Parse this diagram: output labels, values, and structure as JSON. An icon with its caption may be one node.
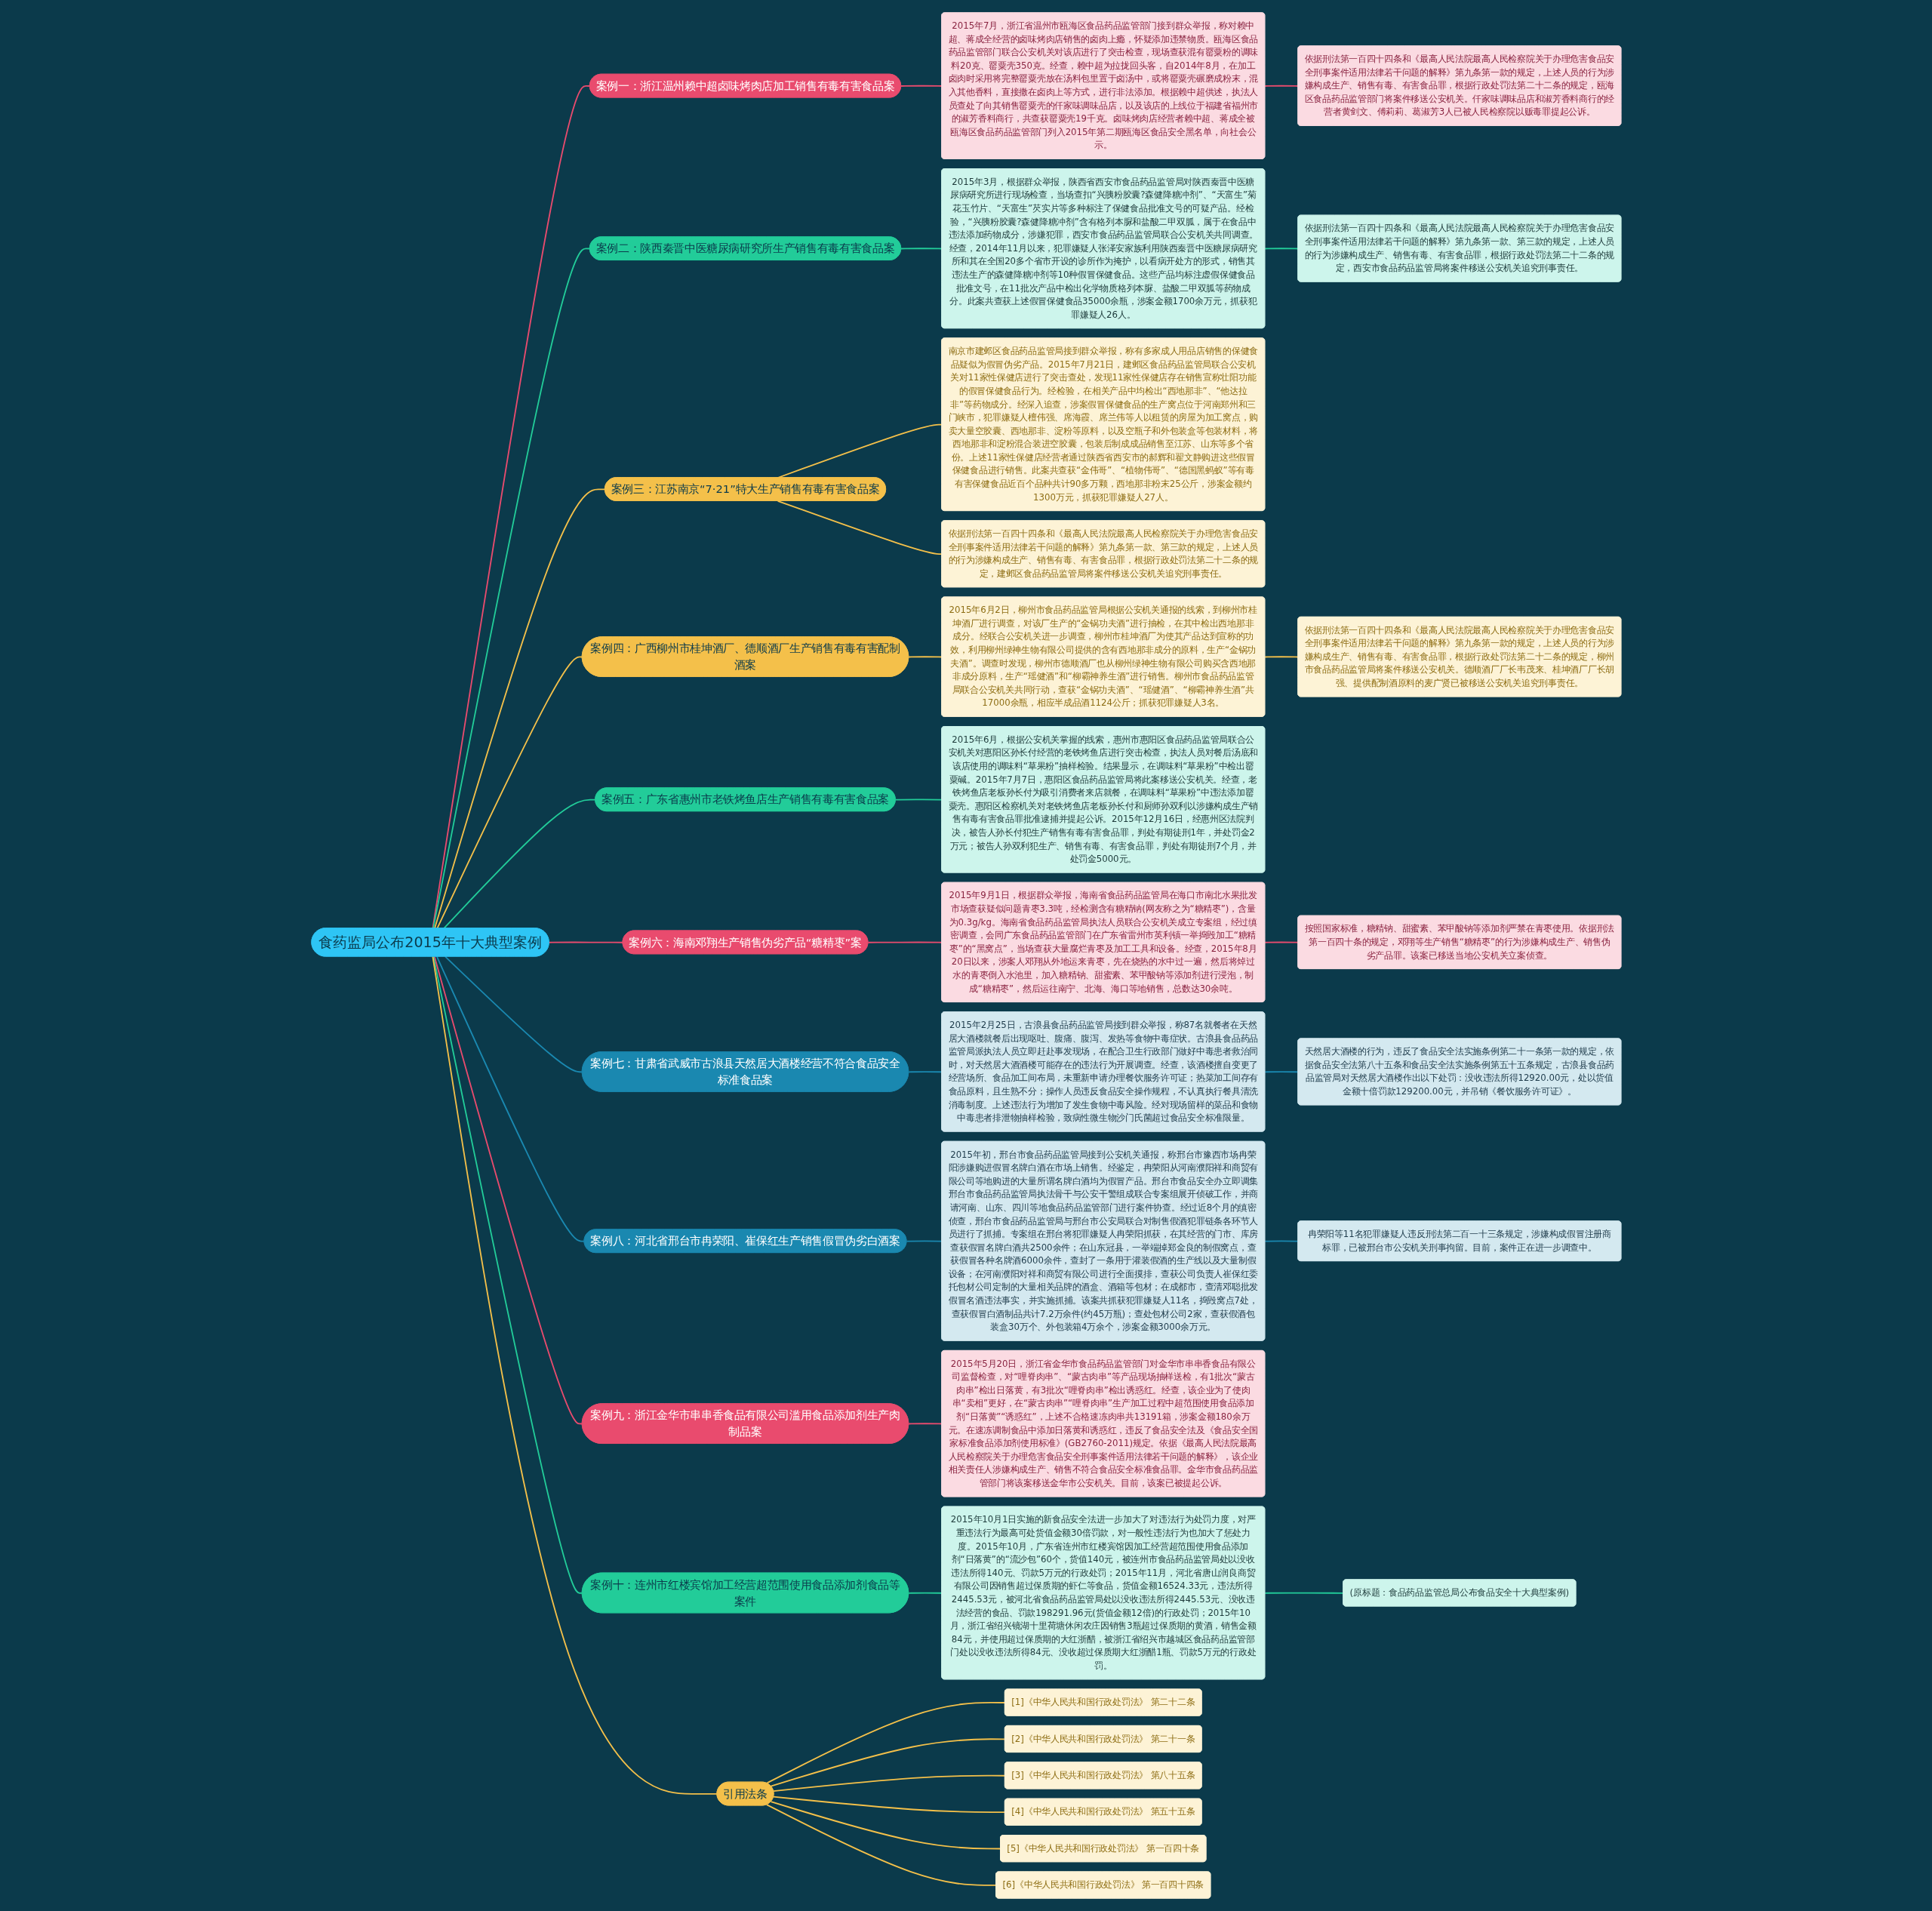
{
  "diagram": {
    "nodes": [
      {
        "text": [
          "食药监局公布2015年十大典型案例"
        ]
      },
      {
        "text": [
          "案例一：浙江温州赖中超卤味烤肉店加工销售有毒有害食品案"
        ]
      },
      {
        "text": [
          "2015年7月，浙江省温州市瓯海区食品药品监管部门接到群众举报，称对赖中超、蒋成全经营的卤味烤肉店销售的卤肉上瘾，怀疑添加违禁物质。瓯海区食品药品监管部门联合公安机关对该店进行了突击检查，现场查获混有罂粟粉的调味料20克、罂粟壳350克。经查，赖中超为拉拢回头客，自2014年8月，在加工卤肉时采用将完整罂粟壳放在汤料包里置于卤汤中，或将罂粟壳碾磨成粉末，混入其他香料，直接撒在卤肉上等方式，进行非法添加。根据赖中超供述，执法人员查处了向其销售罂粟壳的仟家味调味品店，以及该店的上线位于福建省福州市的淑芳香料商行，共查获罂粟壳19千克。卤味烤肉店经营者赖中超、蒋成全被瓯海区食品药品监管部门列入2015年第二期瓯海区食品安全黑名单，向社会公示。"
        ]
      },
      {
        "text": [
          "依据刑法第一百四十四条和《最高人民法院最高人民检察院关于办理危害食品安全刑事案件适用法律若干问题的解释》第九条第一款的规定，上述人员的行为涉嫌构成生产、销售有毒、有害食品罪，根据行政处罚法第二十二条的规定，瓯海区食品药品监管部门将案件移送公安机关。仟家味调味品店和淑芳香料商行的经营者黄剑文、傅莉莉、葛淑芳3人已被人民检察院以贩毒罪提起公诉。"
        ]
      },
      {
        "text": [
          "案例二：陕西秦晋中医糖尿病研究所生产销售有毒有害食品案"
        ]
      },
      {
        "text": [
          "2015年3月，根据群众举报，陕西省西安市食品药品监管局对陕西秦晋中医糖尿病研究所进行现场检查，当场查扣“兴胰粉胶囊?森健降糖冲剂”、“天富生”菊花玉竹片、“天富生”芡实片等多种标注了保健食品批准文号的可疑产品。经检验，“兴胰粉胶囊?森健降糖冲剂”含有格列本脲和盐酸二甲双胍，属于在食品中违法添加药物成分，涉嫌犯罪，西安市食品药品监管局联合公安机关共同调查。经查，2014年11月以来，犯罪嫌疑人张泽安家族利用陕西秦晋中医糖尿病研究所和其在全国20多个省市开设的诊所作为掩护，以看病开处方的形式，销售其违法生产的森健降糖冲剂等10种假冒保健食品。这些产品均标注虚假保健食品批准文号，在11批次产品中检出化学物质格列本脲、盐酸二甲双胍等药物成分。此案共查获上述假冒保健食品35000余瓶，涉案金额1700余万元，抓获犯罪嫌疑人26人。"
        ]
      },
      {
        "text": [
          "依据刑法第一百四十四条和《最高人民法院最高人民检察院关于办理危害食品安全刑事案件适用法律若干问题的解释》第九条第一款、第三款的规定，上述人员的行为涉嫌构成生产、销售有毒、有害食品罪，根据行政处罚法第二十二条的规定，西安市食品药品监管局将案件移送公安机关追究刑事责任。"
        ]
      },
      {
        "text": [
          "案例三：江苏南京“7·21”特大生产销售有毒有害食品案"
        ]
      },
      {
        "text": [
          "南京市建邺区食品药品监管局接到群众举报，称有多家成人用品店销售的保健食品疑似为假冒伪劣产品。2015年7月21日，建邺区食品药品监管局联合公安机关对11家性保健店进行了突击查处，发现11家性保健店存在销售宣称壮阳功能的假冒保健食品行为。经检验，在相关产品中均检出“西地那非”、“他达拉非”等药物成分。经深入追查，涉案假冒保健食品的生产窝点位于河南郑州和三门峡市，犯罪嫌疑人檀伟强、席海霞、席兰伟等人以租赁的房屋为加工窝点，购卖大量空胶囊、西地那非、淀粉等原料，以及空瓶子和外包装盒等包装材料，将西地那非和淀粉混合装进空胶囊，包装后制成成品销售至江苏、山东等多个省份。上述11家性保健店经营者通过陕西省西安市的郝辉和翟文静购进这些假冒保健食品进行销售。此案共查获“金伟哥”、“植物伟哥”、“德国黑蚂蚁”等有毒有害保健食品近百个品种共计90多万颗，西地那非粉末25公斤，涉案金额约1300万元，抓获犯罪嫌疑人27人。"
        ]
      },
      {
        "text": [
          "依据刑法第一百四十四条和《最高人民法院最高人民检察院关于办理危害食品安全刑事案件适用法律若干问题的解释》第九条第一款、第三款的规定，上述人员的行为涉嫌构成生产、销售有毒、有害食品罪，根据行政处罚法第二十二条的规定，建邺区食品药品监管局将案件移送公安机关追究刑事责任。"
        ]
      },
      {
        "text": [
          "案例四：广西柳州市桂坤酒厂、德顺酒厂生产销售有毒有害配制酒案"
        ]
      },
      {
        "text": [
          "2015年6月2日，柳州市食品药品监管局根据公安机关通报的线索，到柳州市桂坤酒厂进行调查，对该厂生产的“金锅功夫酒”进行抽检，在其中检出西地那非成分。经联合公安机关进一步调查，柳州市桂坤酒厂为使其产品达到宣称的功效，利用柳州绿神生物有限公司提供的含有西地那非成分的原料，生产“金锅功夫酒”。调查时发现，柳州市德顺酒厂也从柳州绿神生物有限公司购买含西地那非成分原料，生产“瑶健酒”和“柳霸神养生酒”进行销售。柳州市食品药品监管局联合公安机关共同行动，查获“金锅功夫酒”、“瑶健酒”、“柳霸神养生酒”共17000余瓶，相应半成品酒1124公斤；抓获犯罪嫌疑人3名。"
        ]
      },
      {
        "text": [
          "依据刑法第一百四十四条和《最高人民法院最高人民检察院关于办理危害食品安全刑事案件适用法律若干问题的解释》第九条第一款的规定，上述人员的行为涉嫌构成生产、销售有毒、有害食品罪，根据行政处罚法第二十二条的规定，柳州市食品药品监管局将案件移送公安机关。德顺酒厂厂长韦茂来、桂坤酒厂厂长胡强、提供配制酒原料的麦广贤已被移送公安机关追究刑事责任。"
        ]
      },
      {
        "text": [
          "案例五：广东省惠州市老铁烤鱼店生产销售有毒有害食品案"
        ]
      },
      {
        "text": [
          "2015年6月，根据公安机关掌握的线索，惠州市惠阳区食品药品监管局联合公安机关对惠阳区孙长付经营的老铁烤鱼店进行突击检查，执法人员对餐后汤底和该店使用的调味料“草果粉”抽样检验。结果显示，在调味料“草果粉”中检出罂粟碱。2015年7月7日，惠阳区食品药品监管局将此案移送公安机关。经查，老铁烤鱼店老板孙长付为吸引消费者来店就餐，在调味料“草果粉”中违法添加罂粟壳。惠阳区检察机关对老铁烤鱼店老板孙长付和厨师孙双利以涉嫌构成生产销售有毒有害食品罪批准逮捕并提起公诉。2015年12月16日，经惠州区法院判决，被告人孙长付犯生产销售有毒有害食品罪，判处有期徒刑1年，并处罚金2万元；被告人孙双利犯生产、销售有毒、有害食品罪，判处有期徒刑7个月，并处罚金5000元。"
        ]
      },
      {
        "text": [
          "案例六：海南邓翔生产销售伪劣产品“糖精枣”案"
        ]
      },
      {
        "text": [
          "2015年9月1日，根据群众举报，海南省食品药品监管局在海口市南北水果批发市场查获疑似问题青枣3.3吨，经检测含有糖精钠(网友称之为“糖精枣”)，含量为0.3g/kg。海南省食品药品监管局执法人员联合公安机关成立专案组，经过缜密调查，会同广东食品药品监管部门在广东省雷州市英利镇一举捣毁加工“糖精枣”的“黑窝点”，当场查获大量腐烂青枣及加工工具和设备。经查，2015年8月20日以来，涉案人邓翔从外地运来青枣，先在烧热的水中过一遍，然后将焯过水的青枣倒入水池里，加入糖精钠、甜蜜素、苯甲酸钠等添加剂进行浸泡，制成“糖精枣”，然后运往南宁、北海、海口等地销售，总数达30余吨。"
        ]
      },
      {
        "text": [
          "按照国家标准，糖精钠、甜蜜素、苯甲酸钠等添加剂严禁在青枣使用。依据刑法第一百四十条的规定，邓翔等生产销售“糖精枣”的行为涉嫌构成生产、销售伪劣产品罪。该案已移送当地公安机关立案侦查。"
        ]
      },
      {
        "text": [
          "案例七：甘肃省武威市古浪县天然居大酒楼经营不符合食品安全标准食品案"
        ]
      },
      {
        "text": [
          "2015年2月25日，古浪县食品药品监管局接到群众举报，称87名就餐者在天然居大酒楼就餐后出现呕吐、腹痛、腹泻、发热等食物中毒症状。古浪县食品药品监管局派执法人员立即赶赴事发现场，在配合卫生行政部门做好中毒患者救治同时，对天然居大酒酒楼可能存在的违法行为开展调查。经查，该酒楼擅自变更了经营场所、食品加工间布局，未重新申请办理餐饮服务许可证；热菜加工间存有食品原料，且生熟不分；操作人员违反食品安全操作规程，不认真执行餐具清洗消毒制度。上述违法行为增加了发生食物中毒风险。经对现场留样的菜品和食物中毒患者排泄物抽样检验，致病性微生物沙门氏菌超过食品安全标准限量。"
        ]
      },
      {
        "text": [
          "天然居大酒楼的行为，违反了食品安全法实施条例第二十一条第一款的规定，依据食品安全法第八十五条和食品安全法实施条例第五十五条规定，古浪县食品药品监管局对天然居大酒楼作出以下处罚：没收违法所得12920.00元，处以货值金额十倍罚款129200.00元，并吊销《餐饮服务许可证》。"
        ]
      },
      {
        "text": [
          "案例八：河北省邢台市冉荣阳、崔保红生产销售假冒伪劣白酒案"
        ]
      },
      {
        "text": [
          "2015年初，邢台市食品药品监管局接到公安机关通报，称邢台市豫西市场冉荣阳涉嫌购进假冒名牌白酒在市场上销售。经鉴定，冉荣阳从河南濮阳祥和商贸有限公司等地购进的大量所谓名牌白酒均为假冒产品。邢台市食品安全办立即调集邢台市食品药品监管局执法骨干与公安干警组成联合专案组展开侦破工作，并商请河南、山东、四川等地食品药品监管部门进行案件协查。经过近8个月的缜密侦查，邢台市食品药品监管局与邢台市公安局联合对制售假酒犯罪链条各环节人员进行了抓捕。专案组在邢台将犯罪嫌疑人冉荣阳抓获，在其经营的门市、库房查获假冒名牌白酒共2500余件；在山东冠县，一举端掉郑金良的制假窝点，查获假冒各种名牌酒6000余件，查封了一条用于灌装假酒的生产线以及大量制假设备；在河南濮阳对祥和商贸有限公司进行全面摸排，查获公司负责人崔保红委托包材公司定制的大量相关品牌的酒盒、酒箱等包材；在成都市，查清邓聪批发假冒名酒违法事实，并实施抓捕。该案共抓获犯罪嫌疑人11名，捣毁窝点7处，查获假冒白酒制品共计7.2万余件(约45万瓶)；查处包材公司2家，查获假酒包装盒30万个、外包装箱4万余个，涉案金额3000余万元。"
        ]
      },
      {
        "text": [
          "冉荣阳等11名犯罪嫌疑人违反刑法第二百一十三条规定，涉嫌构成假冒注册商标罪，已被邢台市公安机关刑事拘留。目前，案件正在进一步调查中。"
        ]
      },
      {
        "text": [
          "案例九：浙江金华市串串香食品有限公司滥用食品添加剂生产肉制品案"
        ]
      },
      {
        "text": [
          "2015年5月20日，浙江省金华市食品药品监管部门对金华市串串香食品有限公司监督检查，对“哩脊肉串”、“蒙古肉串”等产品现场抽样送检，有1批次“蒙古肉串”检出日落黄，有3批次“哩脊肉串”检出诱惑红。经查，该企业为了使肉串“卖相”更好，在“蒙古肉串”“哩脊肉串”生产加工过程中超范围使用食品添加剂“日落黄”“诱惑红”，上述不合格速冻肉串共13191箱，涉案金额180余万元。在速冻调制食品中添加日落黄和诱惑红，违反了食品安全法及《食品安全国家标准食品添加剂使用标准》(GB2760-2011)规定。依据《最高人民法院最高人民检察院关于办理危害食品安全刑事案件适用法律若干问题的解释》，该企业相关责任人涉嫌构成生产、销售不符合食品安全标准食品罪。金华市食品药品监管部门将该案移送金华市公安机关。目前，该案已被提起公诉。"
        ]
      },
      {
        "text": [
          "案例十：连州市红楼宾馆加工经营超范围使用食品添加剂食品等案件"
        ]
      },
      {
        "text": [
          "2015年10月1日实施的新食品安全法进一步加大了对违法行为处罚力度，对严重违法行为最高可处货值金额30倍罚款，对一般性违法行为也加大了惩处力度。2015年10月，广东省连州市红楼宾馆因加工经营超范围使用食品添加剂“日落黄”的“流沙包”60个，货值140元，被连州市食品药品监管局处以没收违法所得140元、罚款5万元的行政处罚；2015年11月，河北省唐山润良商贸有限公司因销售超过保质期的虾仁等食品，货值金额16524.33元，违法所得2445.53元，被河北省食品药品监管局处以没收违法所得2445.53元、没收违法经营的食品、罚款198291.96元(货值金额12倍)的行政处罚；2015年10月，浙江省绍兴镜湖十里荷塘休闲农庄因销售3瓶超过保质期的黄酒，销售金额84元，并使用超过保质期的大红浙醋，被浙江省绍兴市越城区食品药品监管部门处以没收违法所得84元、没收超过保质期大红浙醋1瓶、罚款5万元的行政处罚。"
        ]
      },
      {
        "text": [
          "(原标题：食品药品监管总局公布食品安全十大典型案例)"
        ]
      },
      {
        "text": [
          "引用法条"
        ]
      },
      {
        "text": [
          "[1]《中华人民共和国行政处罚法》 第二十二条"
        ]
      },
      {
        "text": [
          "[2]《中华人民共和国行政处罚法》 第二十一条"
        ]
      },
      {
        "text": [
          "[3]《中华人民共和国行政处罚法》 第八十五条"
        ]
      },
      {
        "text": [
          "[4]《中华人民共和国行政处罚法》 第五十五条"
        ]
      },
      {
        "text": [
          "[5]《中华人民共和国行政处罚法》 第一百四十条"
        ]
      },
      {
        "text": [
          "[6]《中华人民共和国行政处罚法》 第一百四十四条"
        ]
      }
    ],
    "edges": [
      {
        "from": 0,
        "to": 1,
        "arrow": "none",
        "color": "#e94b6e"
      },
      {
        "from": 1,
        "to": 2,
        "arrow": "none",
        "color": "#e94b6e"
      },
      {
        "from": 2,
        "to": 3,
        "arrow": "none",
        "color": "#e94b6e"
      },
      {
        "from": 0,
        "to": 4,
        "arrow": "none",
        "color": "#22cc99"
      },
      {
        "from": 4,
        "to": 5,
        "arrow": "none",
        "color": "#22cc99"
      },
      {
        "from": 5,
        "to": 6,
        "arrow": "none",
        "color": "#22cc99"
      },
      {
        "from": 0,
        "to": 7,
        "arrow": "none",
        "color": "#f4c04a"
      },
      {
        "from": 7,
        "to": 8,
        "arrow": "none",
        "color": "#f4c04a"
      },
      {
        "from": 7,
        "to": 9,
        "arrow": "none",
        "color": "#f4c04a"
      },
      {
        "from": 0,
        "to": 10,
        "arrow": "none",
        "color": "#f4c04a"
      },
      {
        "from": 10,
        "to": 11,
        "arrow": "none",
        "color": "#f4c04a"
      },
      {
        "from": 11,
        "to": 12,
        "arrow": "none",
        "color": "#f4c04a"
      },
      {
        "from": 0,
        "to": 13,
        "arrow": "none",
        "color": "#22cc99"
      },
      {
        "from": 13,
        "to": 14,
        "arrow": "none",
        "color": "#22cc99"
      },
      {
        "from": 0,
        "to": 15,
        "arrow": "none",
        "color": "#e94b6e"
      },
      {
        "from": 15,
        "to": 16,
        "arrow": "none",
        "color": "#e94b6e"
      },
      {
        "from": 16,
        "to": 17,
        "arrow": "none",
        "color": "#e94b6e"
      },
      {
        "from": 0,
        "to": 18,
        "arrow": "none",
        "color": "#1a88b0"
      },
      {
        "from": 18,
        "to": 19,
        "arrow": "none",
        "color": "#1a88b0"
      },
      {
        "from": 19,
        "to": 20,
        "arrow": "none",
        "color": "#1a88b0"
      },
      {
        "from": 0,
        "to": 21,
        "arrow": "none",
        "color": "#1a88b0"
      },
      {
        "from": 21,
        "to": 22,
        "arrow": "none",
        "color": "#1a88b0"
      },
      {
        "from": 22,
        "to": 23,
        "arrow": "none",
        "color": "#1a88b0"
      },
      {
        "from": 0,
        "to": 24,
        "arrow": "none",
        "color": "#e94b6e"
      },
      {
        "from": 24,
        "to": 25,
        "arrow": "none",
        "color": "#e94b6e"
      },
      {
        "from": 0,
        "to": 26,
        "arrow": "none",
        "color": "#22cc99"
      },
      {
        "from": 26,
        "to": 27,
        "arrow": "none",
        "color": "#22cc99"
      },
      {
        "from": 27,
        "to": 28,
        "arrow": "none",
        "color": "#22cc99"
      },
      {
        "from": 0,
        "to": 29,
        "arrow": "none",
        "color": "#f4c04a"
      },
      {
        "from": 29,
        "to": 30,
        "arrow": "none",
        "color": "#f4c04a"
      },
      {
        "from": 29,
        "to": 31,
        "arrow": "none",
        "color": "#f4c04a"
      },
      {
        "from": 29,
        "to": 32,
        "arrow": "none",
        "color": "#f4c04a"
      },
      {
        "from": 29,
        "to": 33,
        "arrow": "none",
        "color": "#f4c04a"
      },
      {
        "from": 29,
        "to": 34,
        "arrow": "none",
        "color": "#f4c04a"
      },
      {
        "from": 29,
        "to": 35,
        "arrow": "none",
        "color": "#f4c04a"
      }
    ]
  }
}
